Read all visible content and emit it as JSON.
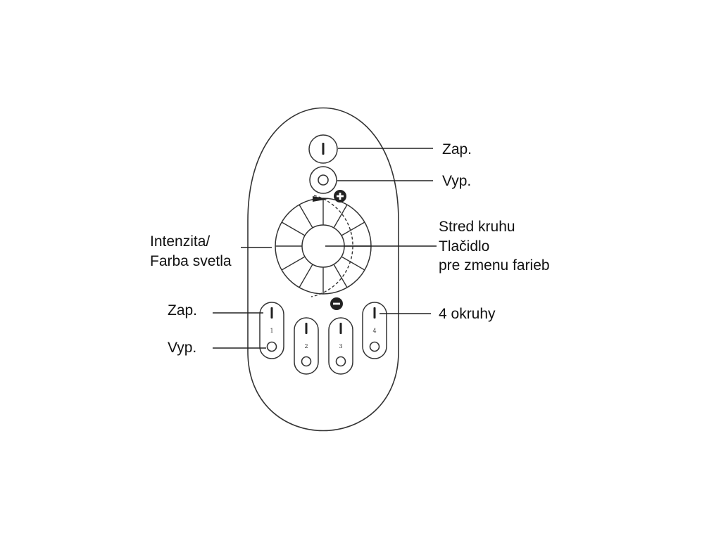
{
  "diagram": {
    "labels": {
      "power_on": "Zap.",
      "power_off": "Vyp.",
      "intensity_line1": "Intenzita/",
      "intensity_line2": "Farba svetla",
      "center_line1": "Stred kruhu",
      "center_line2": "Tlačidlo",
      "center_line3": "pre zmenu farieb",
      "zone_on": "Zap.",
      "zone_off": "Vyp.",
      "zones": "4 okruhy"
    },
    "zone_numbers": [
      "1",
      "2",
      "3",
      "4"
    ],
    "wheel": {
      "plus_symbol": "+",
      "minus_symbol": "−"
    },
    "colors": {
      "outline": "#333333",
      "text": "#111111",
      "background": "#ffffff"
    },
    "icons": {
      "on": "power-on-icon",
      "off": "power-off-icon"
    }
  }
}
